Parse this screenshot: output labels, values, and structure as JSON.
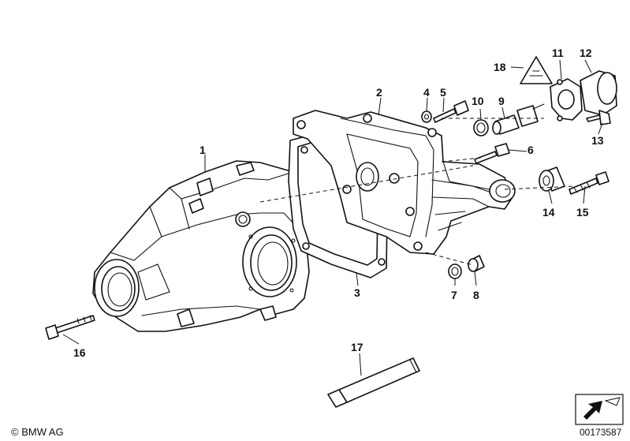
{
  "callouts": [
    {
      "id": "1",
      "label": "1"
    },
    {
      "id": "2",
      "label": "2"
    },
    {
      "id": "3",
      "label": "3"
    },
    {
      "id": "4",
      "label": "4"
    },
    {
      "id": "5",
      "label": "5"
    },
    {
      "id": "6",
      "label": "6"
    },
    {
      "id": "7",
      "label": "7"
    },
    {
      "id": "8",
      "label": "8"
    },
    {
      "id": "9",
      "label": "9"
    },
    {
      "id": "10",
      "label": "10"
    },
    {
      "id": "11",
      "label": "11"
    },
    {
      "id": "12",
      "label": "12"
    },
    {
      "id": "13",
      "label": "13"
    },
    {
      "id": "14",
      "label": "14"
    },
    {
      "id": "15",
      "label": "15"
    },
    {
      "id": "16",
      "label": "16"
    },
    {
      "id": "17",
      "label": "17"
    },
    {
      "id": "18",
      "label": "18"
    }
  ],
  "footer": {
    "copyright": "© BMW AG",
    "document_number": "00173587"
  }
}
